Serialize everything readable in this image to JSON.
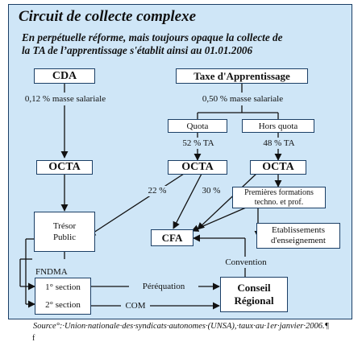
{
  "title": "Circuit de collecte complexe",
  "subtitle_lines": [
    "En perpétuelle réforme, mais toujours opaque la collecte de",
    "la TA de l’apprentissage s'établit ainsi au 01.01.2006"
  ],
  "nodes": {
    "cda": "CDA",
    "taxe": "Taxe d'Apprentissage",
    "masse_cda": "0,12 % masse salariale",
    "masse_taxe": "0,50 % masse salariale",
    "quota": "Quota",
    "hors_quota": "Hors quota",
    "pct_quota": "52 % TA",
    "pct_hors_quota": "48 % TA",
    "octa_left": "OCTA",
    "octa_mid": "OCTA",
    "octa_right": "OCTA",
    "pct_22": "22 %",
    "pct_30": "30 %",
    "premieres": [
      "Premières formations",
      "techno. et prof."
    ],
    "tresor": [
      "Trésor",
      "Public"
    ],
    "cfa": "CFA",
    "etablissements": [
      "Etablissements",
      "d'enseignement"
    ],
    "convention": "Convention",
    "fndma": "FNDMA",
    "section1": "1° section",
    "section2": "2° section",
    "perequation": "Péréquation",
    "com": "COM",
    "conseil": [
      "Conseil",
      "Régional"
    ]
  },
  "source": "Source°:·Union·nationale·des·syndicats·autonomes·(UNSA),·taux·au·1er·janvier·2006.¶",
  "source_mark": "f"
}
